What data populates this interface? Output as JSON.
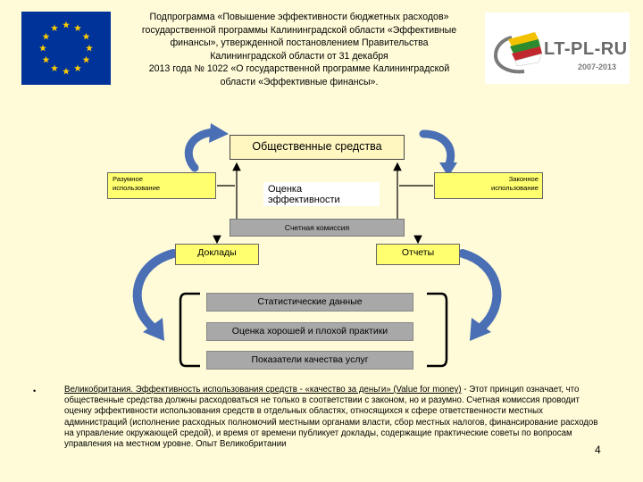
{
  "header": {
    "lines": [
      "Подпрограмма «Повышение эффективности бюджетных расходов»",
      "государственной программы Калининградской области «Эффективные",
      "финансы», утвержденной постановлением Правительства",
      "Калининградской области от 31 декабря",
      "2013 года № 1022 «О государственной программе Калининградской",
      "области «Эффективные финансы»."
    ]
  },
  "logo": {
    "text": "LT-PL-RU",
    "years": "2007-2013",
    "colors": {
      "yellow": "#f2c200",
      "green": "#2d8a2d",
      "red": "#c0282d",
      "gray": "#7a7a7a"
    }
  },
  "diagram": {
    "public_funds": "Общественные средства",
    "rational_use": [
      "Разумное",
      "использование"
    ],
    "legal_use": [
      "Законное",
      "использование"
    ],
    "efficiency": [
      "Оценка",
      "эффективности"
    ],
    "audit_commission": "Счетная комиссия",
    "reports_left": "Доклады",
    "reports_right": "Отчеты",
    "stats": "Статистические данные",
    "practice": "Оценка хорошей и плохой практики",
    "quality": "Показатели качества услуг"
  },
  "body": {
    "bullet": "•",
    "underlined": "Великобритания. Эффективность использования средств - «качество за деньги» (Value for money)",
    "rest": " - Этот принцип означает, что общественные средства должны расходоваться не только в соответствии с законом, но и разумно. Счетная комиссия проводит оценку эффективности использования средств в отдельных областях, относящихся к сфере ответственности местных администраций (исполнение расходных полномочий местными органами власти, сбор местных налогов, финансирование расходов на управление окружающей средой), и время от времени публикует доклады, содержащие практические советы по вопросам управления на местном уровне. Опыт Великобритании"
  },
  "page_number": "4",
  "colors": {
    "background": "#fffbd8",
    "eu_blue": "#003399",
    "eu_star": "#ffcc00",
    "arrow_blue": "#4a6fb5",
    "yellow_box": "#ffff70",
    "gray_box": "#a8a8a8"
  }
}
